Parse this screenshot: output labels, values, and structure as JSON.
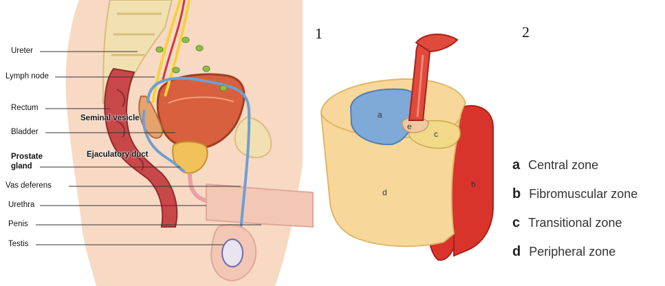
{
  "anatomy": {
    "labels": {
      "ureter": "Ureter",
      "lymph_node": "Lymph node",
      "rectum": "Rectum",
      "seminal_vesicle": "Seminal vesicle",
      "bladder": "Bladder",
      "prostate_line1": "Prostate",
      "prostate_line2": "gland",
      "ejaculatory_duct": "Ejaculatory duct",
      "vas_deferens": "Vas deferens",
      "urethra": "Urethra",
      "penis": "Penis",
      "testis": "Testis"
    }
  },
  "panel_numbers": {
    "one": "1",
    "two": "2"
  },
  "zones": {
    "letters": {
      "a": "a",
      "b": "b",
      "c": "c",
      "d": "d",
      "e": "e"
    },
    "legend": [
      {
        "key": "a",
        "name": "Central zone"
      },
      {
        "key": "b",
        "name": "Fibromuscular zone"
      },
      {
        "key": "c",
        "name": "Transitional zone"
      },
      {
        "key": "d",
        "name": "Peripheral zone"
      }
    ],
    "colors": {
      "central": "#7fa9d6",
      "fibromuscular": "#d9342b",
      "transitional": "#f2d98a",
      "peripheral": "#f8d89a",
      "urethra": "#e04a3a",
      "ejaculatory": "#f0c9a0"
    }
  }
}
